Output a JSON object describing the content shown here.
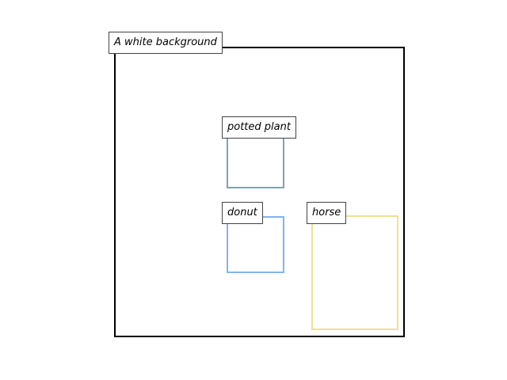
{
  "scene": {
    "caption": "A white background",
    "frame_color": "#000000",
    "objects": [
      {
        "label": "potted plant",
        "color": "#7fa3ad"
      },
      {
        "label": "donut",
        "color": "#82b4f0"
      },
      {
        "label": "horse",
        "color": "#ebe38e"
      }
    ]
  }
}
